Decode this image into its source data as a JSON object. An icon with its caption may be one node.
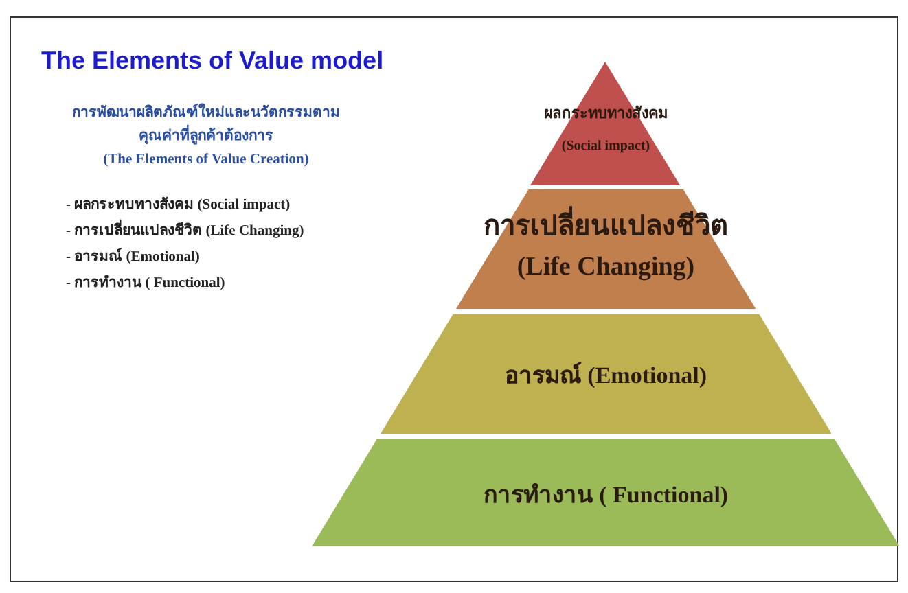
{
  "diagram": {
    "title": "The Elements of Value model",
    "nodes": [
      {
        "text": [
          "ผลกระทบทางสังคม",
          "(Social impact)"
        ]
      },
      {
        "text": [
          "การเปลี่ยนแปลงชีวิต",
          "(Life Changing)"
        ]
      },
      {
        "text": [
          "อารมณ์ (Emotional)"
        ]
      },
      {
        "text": [
          "การทำงาน ( Functional)"
        ]
      }
    ],
    "labels": [
      "การพัฒนาผลิตภัณฑ์ใหม่และนวัตกรรมตามคุณค่าที่ลูกค้าต้องการ",
      "(The Elements of Value Creation)",
      "- ผลกระทบทางสังคม (Social impact)",
      "- การเปลี่ยนแปลงชีวิต (Life Changing)",
      "- อารมณ์ (Emotional)",
      "- การทำงาน ( Functional)"
    ]
  }
}
